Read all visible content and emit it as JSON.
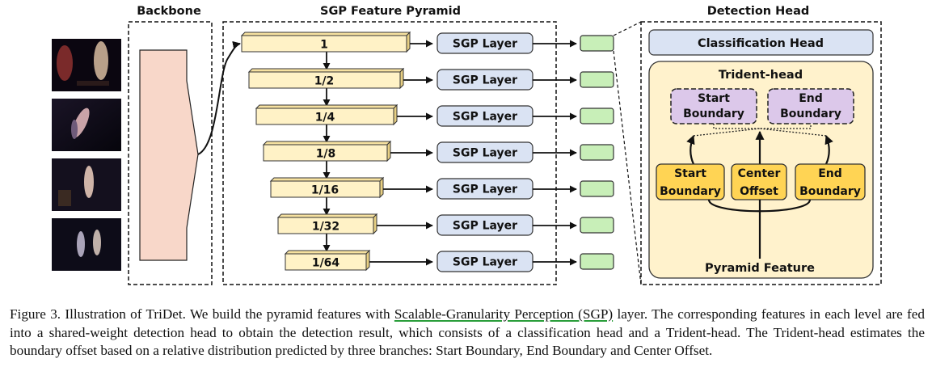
{
  "sections": {
    "backbone": "Backbone",
    "pyramid": "SGP Feature Pyramid",
    "head": "Detection Head"
  },
  "pyramid_levels": [
    "1",
    "1/2",
    "1/4",
    "1/8",
    "1/16",
    "1/32",
    "1/64"
  ],
  "sgp_layer_label": "SGP Layer",
  "detection_head": {
    "classification": "Classification Head",
    "trident_title": "Trident-head",
    "dist_start": [
      "Start",
      "Boundary"
    ],
    "dist_end": [
      "End",
      "Boundary"
    ],
    "branch_start": [
      "Start",
      "Boundary"
    ],
    "branch_center": [
      "Center",
      "Offset"
    ],
    "branch_end": [
      "End",
      "Boundary"
    ],
    "pyramid_feature": "Pyramid Feature"
  },
  "caption": {
    "prefix": "Figure 3.  Illustration of TriDet.  We build the pyramid features with ",
    "highlight": "Scalable-Granularity Perception (SGP)",
    "suffix": " layer.  The corresponding features in each level are fed into a shared-weight detection head to obtain the detection result, which consists of a classification head and a Trident-head. The Trident-head estimates the boundary offset based on a relative distribution predicted by three branches: Start Boundary, End Boundary and Center Offset."
  },
  "colors": {
    "feature_fill": "#fff2c6",
    "feature_top": "#f7e2a0",
    "sgp_fill": "#dae3f3",
    "output_fill": "#c8efb8",
    "classification_fill": "#dae3f3",
    "trident_fill": "#fff2cc",
    "branch_fill": "#ffd454",
    "distribution_fill": "#dcc8ea",
    "backbone_fill": "#f8d7c9"
  },
  "icons": [
    "video-frame-1",
    "video-frame-2",
    "video-frame-3",
    "video-frame-4"
  ]
}
